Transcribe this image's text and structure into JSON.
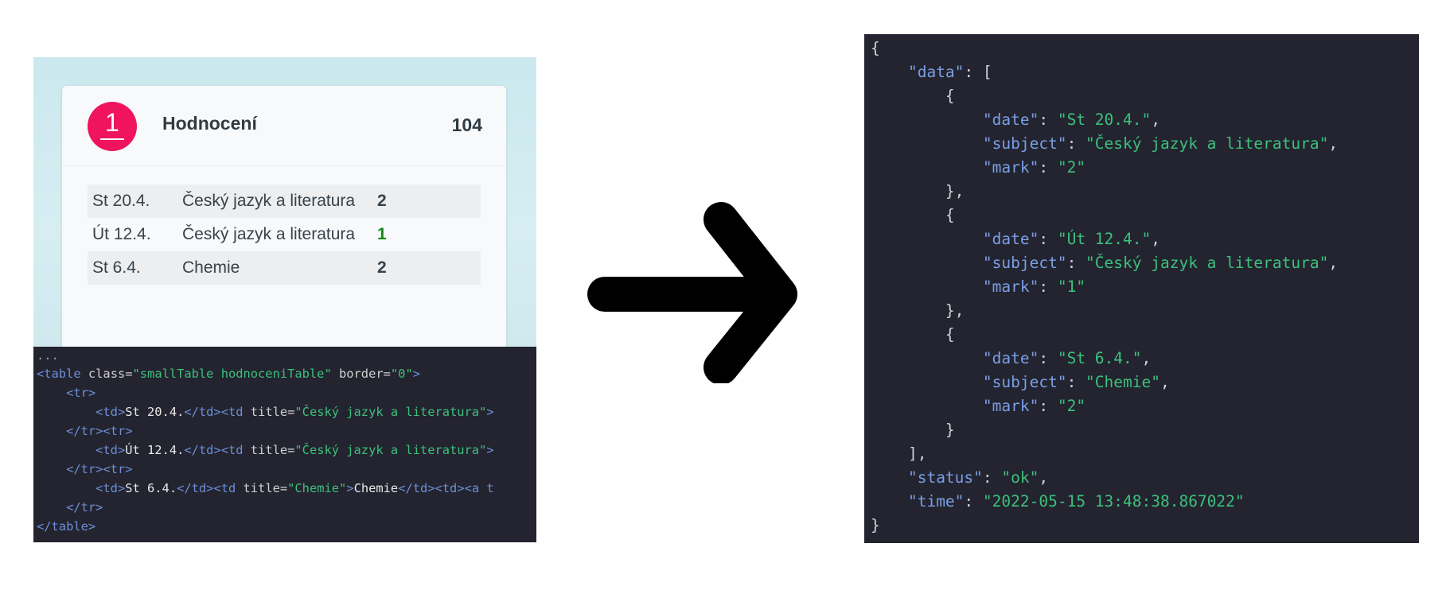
{
  "widget": {
    "badge_symbol": "1",
    "title": "Hodnocení",
    "count": "104",
    "rows": [
      {
        "date": "St 20.4.",
        "subject": "Český jazyk a literatura",
        "mark": "2"
      },
      {
        "date": "Út 12.4.",
        "subject": "Český jazyk a literatura",
        "mark": "1"
      },
      {
        "date": "St 6.4.",
        "subject": "Chemie",
        "mark": "2"
      }
    ],
    "colors": {
      "badge": "#f0145f",
      "good_mark": "#138a13"
    }
  },
  "source_html": {
    "ellipsis": "...",
    "table_class": "smallTable hodnoceniTable",
    "table_border": "0",
    "rows": [
      {
        "date": "St 20.4.",
        "title": "Český jazyk a literatura",
        "text": ""
      },
      {
        "date": "Út 12.4.",
        "title": "Český jazyk a literatura",
        "text": ""
      },
      {
        "date": "St 6.4.",
        "title": "Chemie",
        "text": "Chemie"
      }
    ]
  },
  "arrow": {
    "icon": "right-arrow-icon"
  },
  "json_output": {
    "data": [
      {
        "date": "St 20.4.",
        "subject": "Český jazyk a literatura",
        "mark": "2"
      },
      {
        "date": "Út 12.4.",
        "subject": "Český jazyk a literatura",
        "mark": "1"
      },
      {
        "date": "St 6.4.",
        "subject": "Chemie",
        "mark": "2"
      }
    ],
    "status": "ok",
    "time": "2022-05-15 13:48:38.867022"
  }
}
